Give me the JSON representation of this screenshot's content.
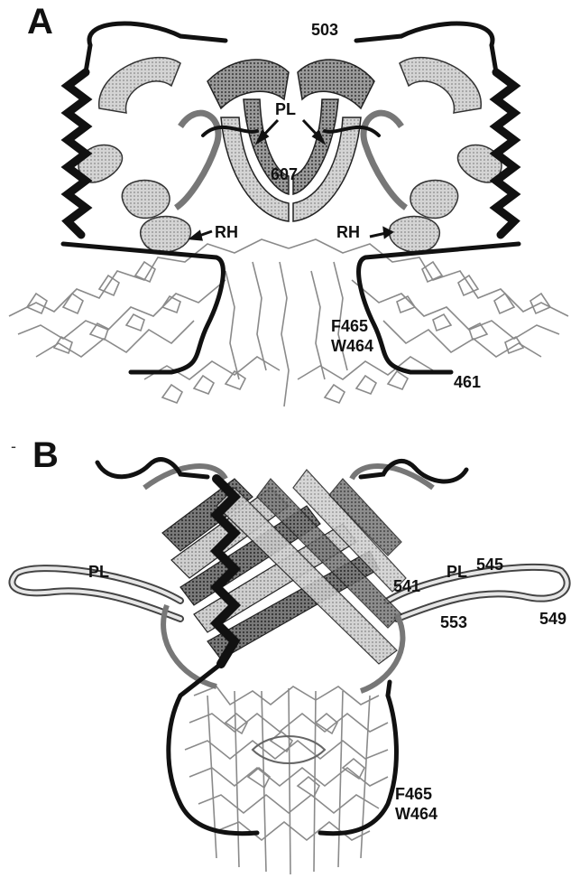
{
  "panel_a": {
    "letter": "A",
    "labels": {
      "res503": "503",
      "pl": "PL",
      "res607": "607",
      "rh_left": "RH",
      "rh_right": "RH",
      "f465": "F465",
      "w464": "W464",
      "res461": "461"
    }
  },
  "panel_b": {
    "letter": "B",
    "labels": {
      "pl_left": "PL",
      "pl_right": "PL",
      "res545": "545",
      "res541": "541",
      "res549": "549",
      "res553": "553",
      "f465": "F465",
      "w464": "W464"
    }
  },
  "colors": {
    "backbone": "#111111",
    "ribbon_light": "#c8c8c8",
    "ribbon_dark": "#6a6a6a",
    "dna": "#8a8a8a"
  }
}
